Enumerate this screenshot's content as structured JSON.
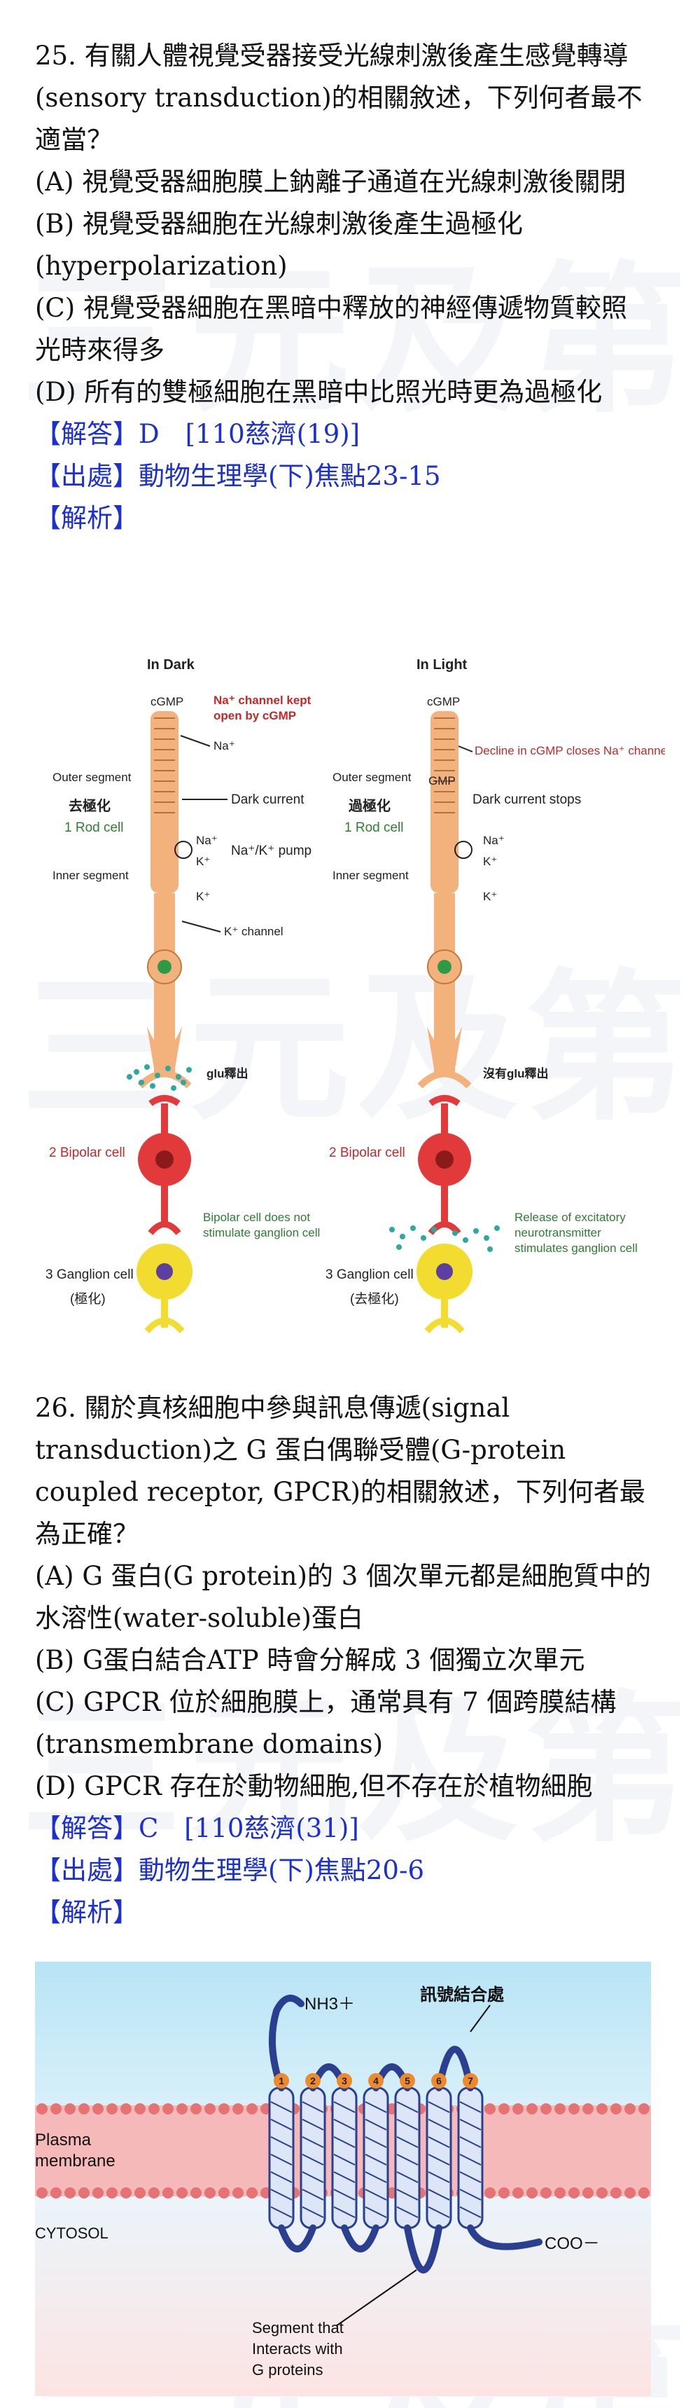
{
  "watermark": "三元及第",
  "q25": {
    "stem": "25. 有關人體視覺受器接受光線刺激後產生感覺轉導(sensory transduction)的相關敘述，下列何者最不適當？",
    "options": [
      "(A) 視覺受器細胞膜上鈉離子通道在光線刺激後關閉",
      "(B) 視覺受器細胞在光線刺激後產生過極化(hyperpolarization)",
      "(C) 視覺受器細胞在黑暗中釋放的神經傳遞物質較照光時來得多",
      "(D) 所有的雙極細胞在黑暗中比照光時更為過極化"
    ],
    "answer": "【解答】D　[110慈濟(19)]",
    "source": "【出處】動物生理學(下)焦點23-15",
    "analysis": "【解析】"
  },
  "fig1": {
    "in_dark": "In Dark",
    "in_light": "In Light",
    "cgmp": "cGMP",
    "gmp": "GMP",
    "na_kept": "Na⁺ channel kept",
    "na_kept2": "open by cGMP",
    "na_plus": "Na⁺",
    "k_plus": "K⁺",
    "outer_segment": "Outer segment",
    "inner_segment": "Inner segment",
    "depolarized": "去極化",
    "hyperpolarized": "過極化",
    "rod_cell": "1 Rod cell",
    "dark_current": "Dark current",
    "dark_current_stops": "Dark current stops",
    "pump": "Na⁺/K⁺ pump",
    "k_channel": "K⁺ channel",
    "decline": "Decline in cGMP closes Na⁺ channel",
    "glu_release": "glu釋出",
    "no_glu": "沒有glu釋出",
    "bipolar": "2 Bipolar cell",
    "bipolar_note1": "Bipolar cell does not",
    "bipolar_note2": "stimulate ganglion cell",
    "release1": "Release of excitatory",
    "release2": "neurotransmitter",
    "release3": "stimulates ganglion cell",
    "ganglion": "3 Ganglion cell",
    "ganglion_dark": "(極化)",
    "ganglion_light": "(去極化)"
  },
  "q26": {
    "stem": "26. 關於真核細胞中參與訊息傳遞(signal transduction)之 G 蛋白偶聯受體(G-protein coupled receptor, GPCR)的相關敘述，下列何者最為正確？",
    "options": [
      "(A) G 蛋白(G protein)的 3 個次單元都是細胞質中的水溶性(water-soluble)蛋白",
      "(B) G蛋白結合ATP 時會分解成 3 個獨立次單元",
      "(C) GPCR 位於細胞膜上，通常具有 7 個跨膜結構(transmembrane domains)",
      "(D) GPCR 存在於動物細胞,但不存在於植物細胞"
    ],
    "answer": "【解答】C　[110慈濟(31)]",
    "source": "【出處】動物生理學(下)焦點20-6",
    "analysis": "【解析】"
  },
  "fig2": {
    "nh3": "NH3＋",
    "binding_site": "訊號結合處",
    "plasma": "Plasma",
    "membrane": "membrane",
    "cytosol": "CYTOSOL",
    "coo": "COO－",
    "segment1": "Segment that",
    "segment2": "Interacts with",
    "segment3": "G proteins",
    "helix_numbers": [
      "1",
      "2",
      "3",
      "4",
      "5",
      "6",
      "7"
    ]
  }
}
